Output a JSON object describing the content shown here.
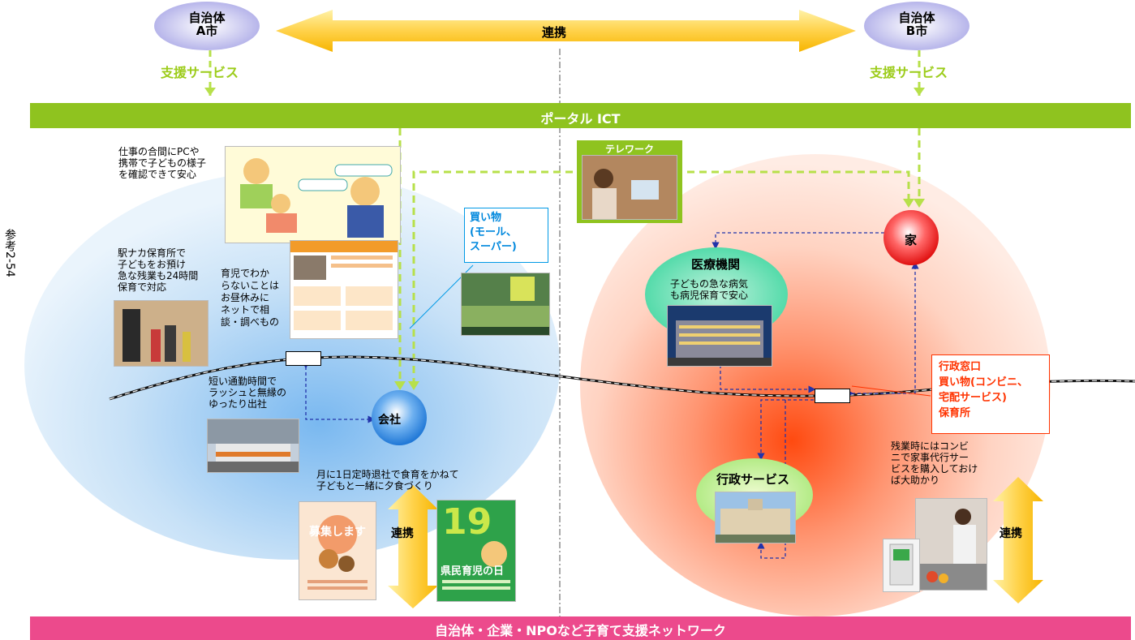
{
  "header": {
    "city_a_line1": "自治体",
    "city_a_line2": "A市",
    "city_b_line1": "自治体",
    "city_b_line2": "B市",
    "top_link": "連携",
    "support_a": "支援サービス",
    "support_b": "支援サービス",
    "portal_bar": "ポータル ICT"
  },
  "side_label": "参考2-54",
  "left_zone": {
    "text_pc": [
      "仕事の合間にPCや",
      "携帯で子どもの様子",
      "を確認できて安心"
    ],
    "text_station": [
      "駅ナカ保育所で",
      "子どもをお預け",
      "急な残業も24時間",
      "保育で対応"
    ],
    "text_web": [
      "育児でわか",
      "らないことは",
      "お昼休みに",
      "ネットで相",
      "談・調べもの"
    ],
    "text_commute": [
      "短い通勤時間で",
      "ラッシュと無縁の",
      "ゆったり出社"
    ],
    "text_dinner": [
      "月に1日定時退社で食育をかねて",
      "子どもと一緒に夕食づくり"
    ],
    "shopping_box": [
      "買い物",
      "(モール、",
      "スーパー)"
    ],
    "company": "会社",
    "left_link": "連携",
    "poster_title": "募集します",
    "poster2_number": "19",
    "poster2_line": "県民育児の日"
  },
  "right_zone": {
    "telework": "テレワーク",
    "home": "家",
    "medical_title": "医療機関",
    "medical_text": [
      "子どもの急な病気",
      "も病児保育で安心"
    ],
    "admin_box": [
      "行政窓口",
      "買い物(コンビニ、",
      "宅配サービス)",
      "保育所"
    ],
    "admin_service": "行政サービス",
    "overtime_text": [
      "残業時にはコンビ",
      "ニで家事代行サー",
      "ビスを購入しておけ",
      "ば大助かり"
    ],
    "right_link": "連携"
  },
  "footer_bar": "自治体・企業・NPOなど子育て支援ネットワーク",
  "colors": {
    "portal_green": "#8fc31f",
    "footer_pink": "#ec4a8c",
    "support_green": "#9ccc1a",
    "admin_red": "#ff3300",
    "shopping_blue": "#0099e6",
    "arrow_orange": "#f7b500"
  }
}
